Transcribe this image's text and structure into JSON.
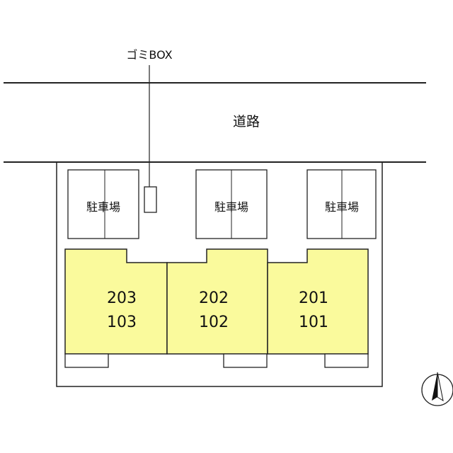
{
  "labels": {
    "garbage_box": "ゴミBOX",
    "road": "道路",
    "parking": [
      "駐車場",
      "駐車場",
      "駐車場"
    ]
  },
  "units": [
    {
      "upper": "203",
      "lower": "103"
    },
    {
      "upper": "202",
      "lower": "102"
    },
    {
      "upper": "201",
      "lower": "101"
    }
  ],
  "colors": {
    "unit_fill": "#fafa9c",
    "line": "#222222",
    "parking_fill": "#ffffff"
  }
}
